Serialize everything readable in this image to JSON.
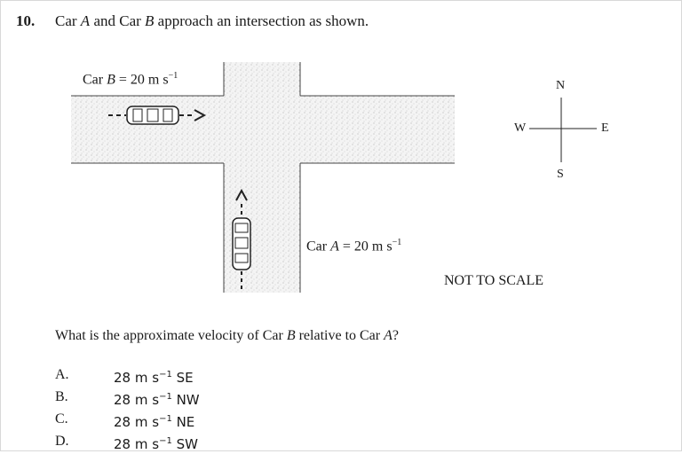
{
  "question": {
    "number": "10.",
    "text_before_a": "Car ",
    "car_a_letter": "A",
    "text_middle": " and Car ",
    "car_b_letter": "B",
    "text_after": " approach an intersection as shown."
  },
  "diagram": {
    "car_b_label_prefix": "Car ",
    "car_b_letter": "B",
    "car_b_speed": " = 20 m s",
    "car_b_exponent": "−1",
    "car_a_label_prefix": "Car ",
    "car_a_letter": "A",
    "car_a_speed": " = 20 m s",
    "car_a_exponent": "−1",
    "compass": {
      "north": "N",
      "south": "S",
      "west": "W",
      "east": "E"
    },
    "scale_note": "NOT TO SCALE"
  },
  "prompt": {
    "text_before": "What is the approximate velocity of Car ",
    "car_letter": "B",
    "text_middle": " relative to Car ",
    "car_letter_2": "A",
    "text_after": "?"
  },
  "options": [
    {
      "letter": "A.",
      "value": "28 m s",
      "exponent": "−1",
      "direction": " SE"
    },
    {
      "letter": "B.",
      "value": "28 m s",
      "exponent": "−1",
      "direction": " NW"
    },
    {
      "letter": "C.",
      "value": "28 m s",
      "exponent": "−1",
      "direction": " NE"
    },
    {
      "letter": "D.",
      "value": "28 m s",
      "exponent": "−1",
      "direction": " SW"
    }
  ]
}
